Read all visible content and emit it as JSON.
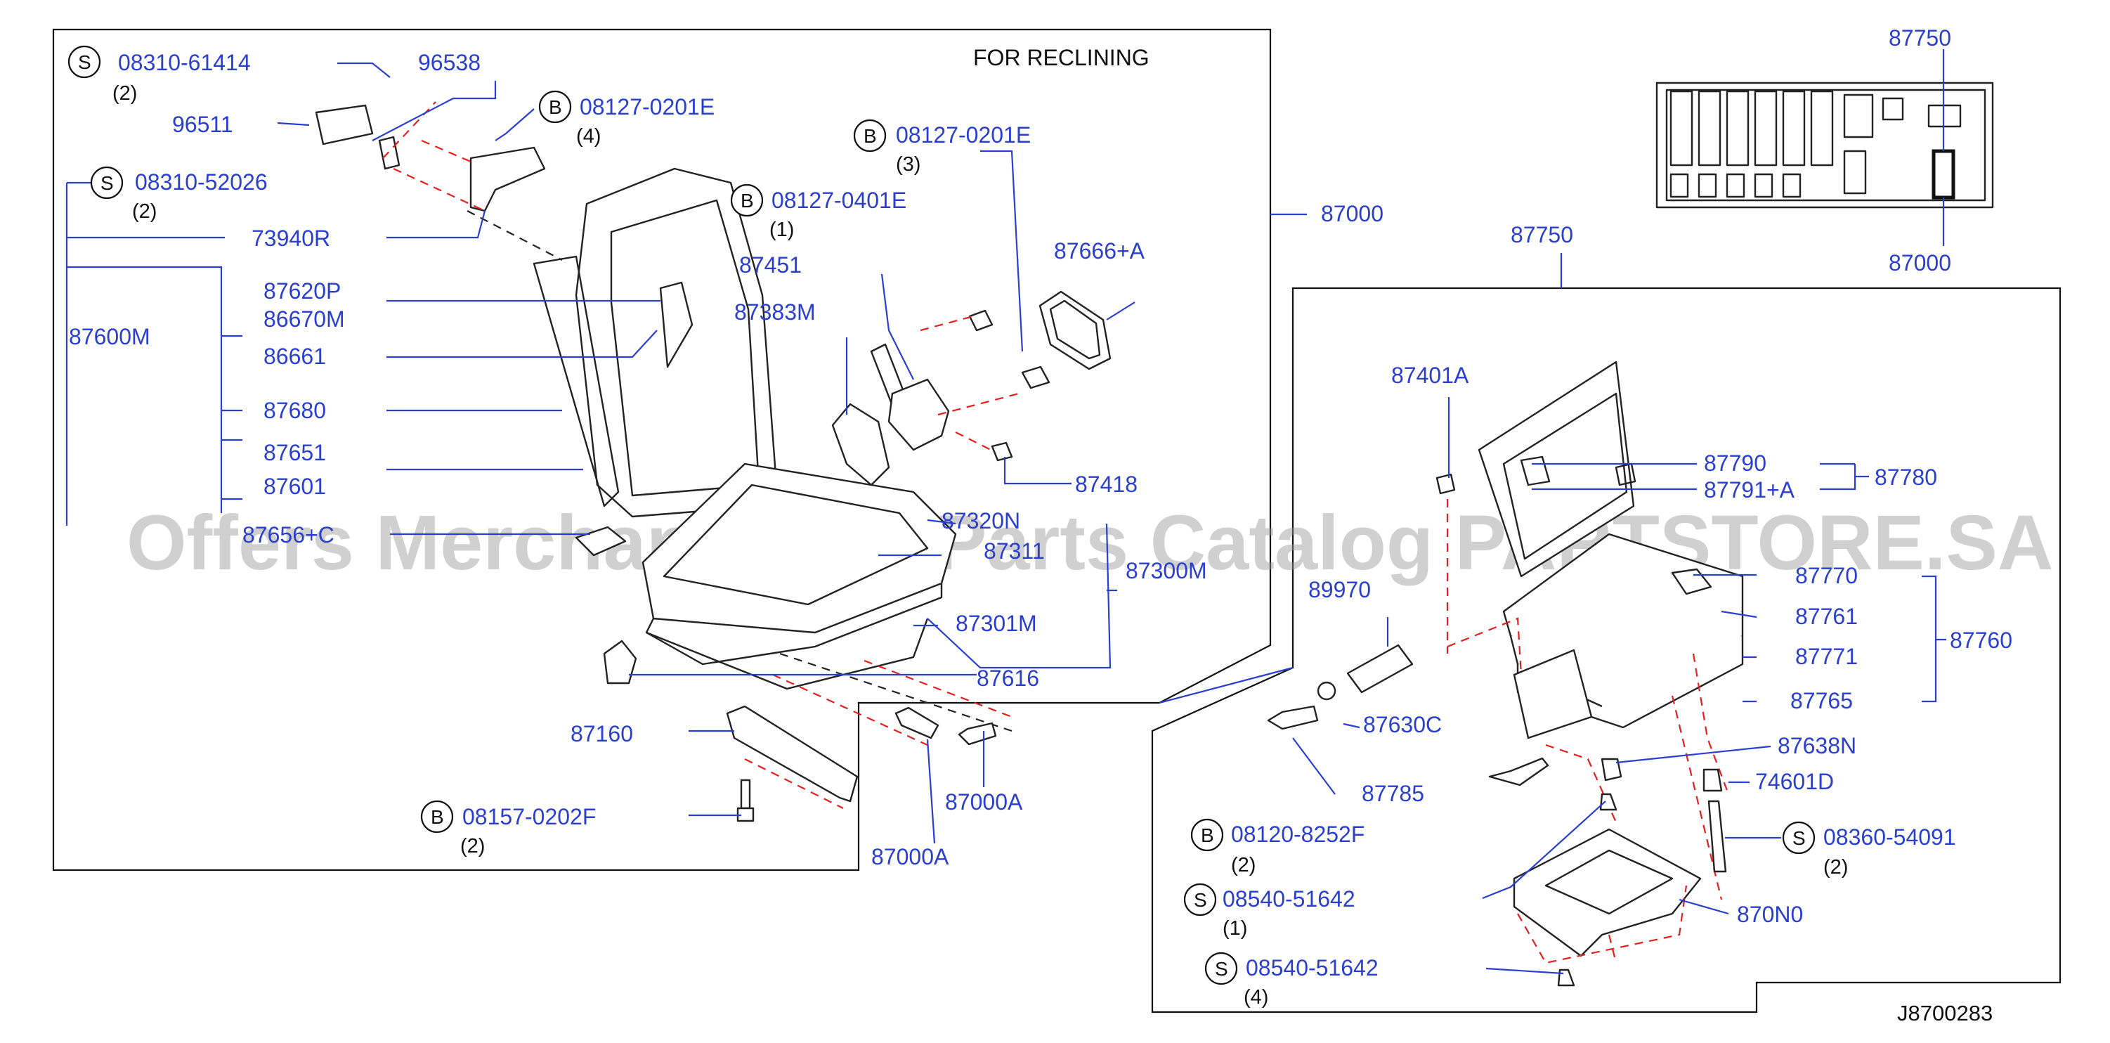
{
  "header": {
    "title": "FOR   RECLINING"
  },
  "watermark": "Offers Merchant Auto Parts Catalog PARTSTORE.SA",
  "diagram_code": "J8700283",
  "colors": {
    "part_number": "#2a3fd0",
    "line": "#111111",
    "hidden_line": "#e32020"
  },
  "callouts": {
    "s_0831061414": {
      "symbol": "S",
      "part": "08310-61414",
      "qty": "(2)"
    },
    "s_0831052026": {
      "symbol": "S",
      "part": "08310-52026",
      "qty": "(2)"
    },
    "b_081270201e_4": {
      "symbol": "B",
      "part": "08127-0201E",
      "qty": "(4)"
    },
    "b_081270201e_3": {
      "symbol": "B",
      "part": "08127-0201E",
      "qty": "(3)"
    },
    "b_081270401e": {
      "symbol": "B",
      "part": "08127-0401E",
      "qty": "(1)"
    },
    "b_081570202f": {
      "symbol": "B",
      "part": "08157-0202F",
      "qty": "(2)"
    },
    "b_081208252f": {
      "symbol": "B",
      "part": "08120-8252F",
      "qty": "(2)"
    },
    "s_0854051642_1": {
      "symbol": "S",
      "part": "08540-51642",
      "qty": "(1)"
    },
    "s_0854051642_4": {
      "symbol": "S",
      "part": "08540-51642",
      "qty": "(4)"
    },
    "s_0836054091": {
      "symbol": "S",
      "part": "08360-54091",
      "qty": "(2)"
    }
  },
  "parts": {
    "p96538": "96538",
    "p96511": "96511",
    "p73940r": "73940R",
    "p87620p": "87620P",
    "p86670m": "86670M",
    "p86661": "86661",
    "p87600m": "87600M",
    "p87680": "87680",
    "p87651": "87651",
    "p87601": "87601",
    "p87656c": "87656+C",
    "p87451": "87451",
    "p87383m": "87383M",
    "p87666a": "87666+A",
    "p87418": "87418",
    "p87320n": "87320N",
    "p87311": "87311",
    "p87300m": "87300M",
    "p87301m": "87301M",
    "p87616": "87616",
    "p87160": "87160",
    "p87000a_1": "87000A",
    "p87000a_2": "87000A",
    "p87000_main": "87000",
    "p87750_top": "87750",
    "p87000_inset": "87000",
    "p87750_right": "87750",
    "p87401a": "87401A",
    "p87790": "87790",
    "p87791a": "87791+A",
    "p87780": "87780",
    "p89970": "89970",
    "p87770": "87770",
    "p87761": "87761",
    "p87760": "87760",
    "p87771": "87771",
    "p87765": "87765",
    "p87630c": "87630C",
    "p87785": "87785",
    "p87638n": "87638N",
    "p74601d": "74601D",
    "p870n0": "870N0"
  }
}
